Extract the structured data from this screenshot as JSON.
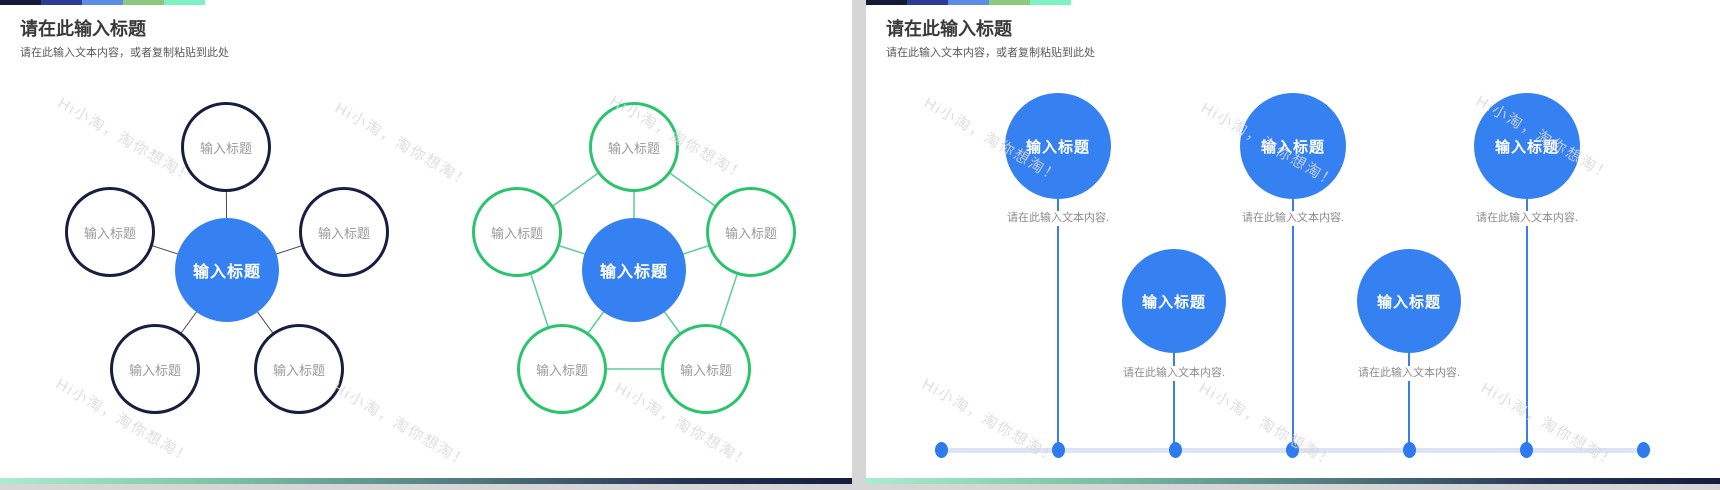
{
  "watermark": {
    "text": "Hi小淘，淘你想淘！"
  },
  "colors": {
    "accent_blue": "#3681F1",
    "dark_navy": "#161F3D",
    "green": "#2BC46E",
    "timeline_line": "#3B7DEE",
    "timeline_baseline": "#DCE3F4",
    "top_bar_segments": [
      "#141B39",
      "#2A3C94",
      "#5C8DE6",
      "#8CC87D",
      "#7CF2C3"
    ]
  },
  "slide_left": {
    "title": "请在此输入标题",
    "subtitle": "请在此输入文本内容，或者复制粘贴到此处",
    "cluster_dark": {
      "center": "输入标题",
      "satellites": [
        "输入标题",
        "输入标题",
        "输入标题",
        "输入标题",
        "输入标题"
      ]
    },
    "cluster_green": {
      "center": "输入标题",
      "satellites": [
        "输入标题",
        "输入标题",
        "输入标题",
        "输入标题",
        "输入标题"
      ]
    }
  },
  "slide_right": {
    "title": "请在此输入标题",
    "subtitle": "请在此输入文本内容，或者复制粘贴到此处",
    "milestones": [
      {
        "label": "输入标题",
        "caption": "请在此输入文本内容."
      },
      {
        "label": "输入标题",
        "caption": "请在此输入文本内容."
      },
      {
        "label": "输入标题",
        "caption": "请在此输入文本内容."
      },
      {
        "label": "输入标题",
        "caption": "请在此输入文本内容."
      },
      {
        "label": "输入标题",
        "caption": "请在此输入文本内容."
      }
    ]
  }
}
